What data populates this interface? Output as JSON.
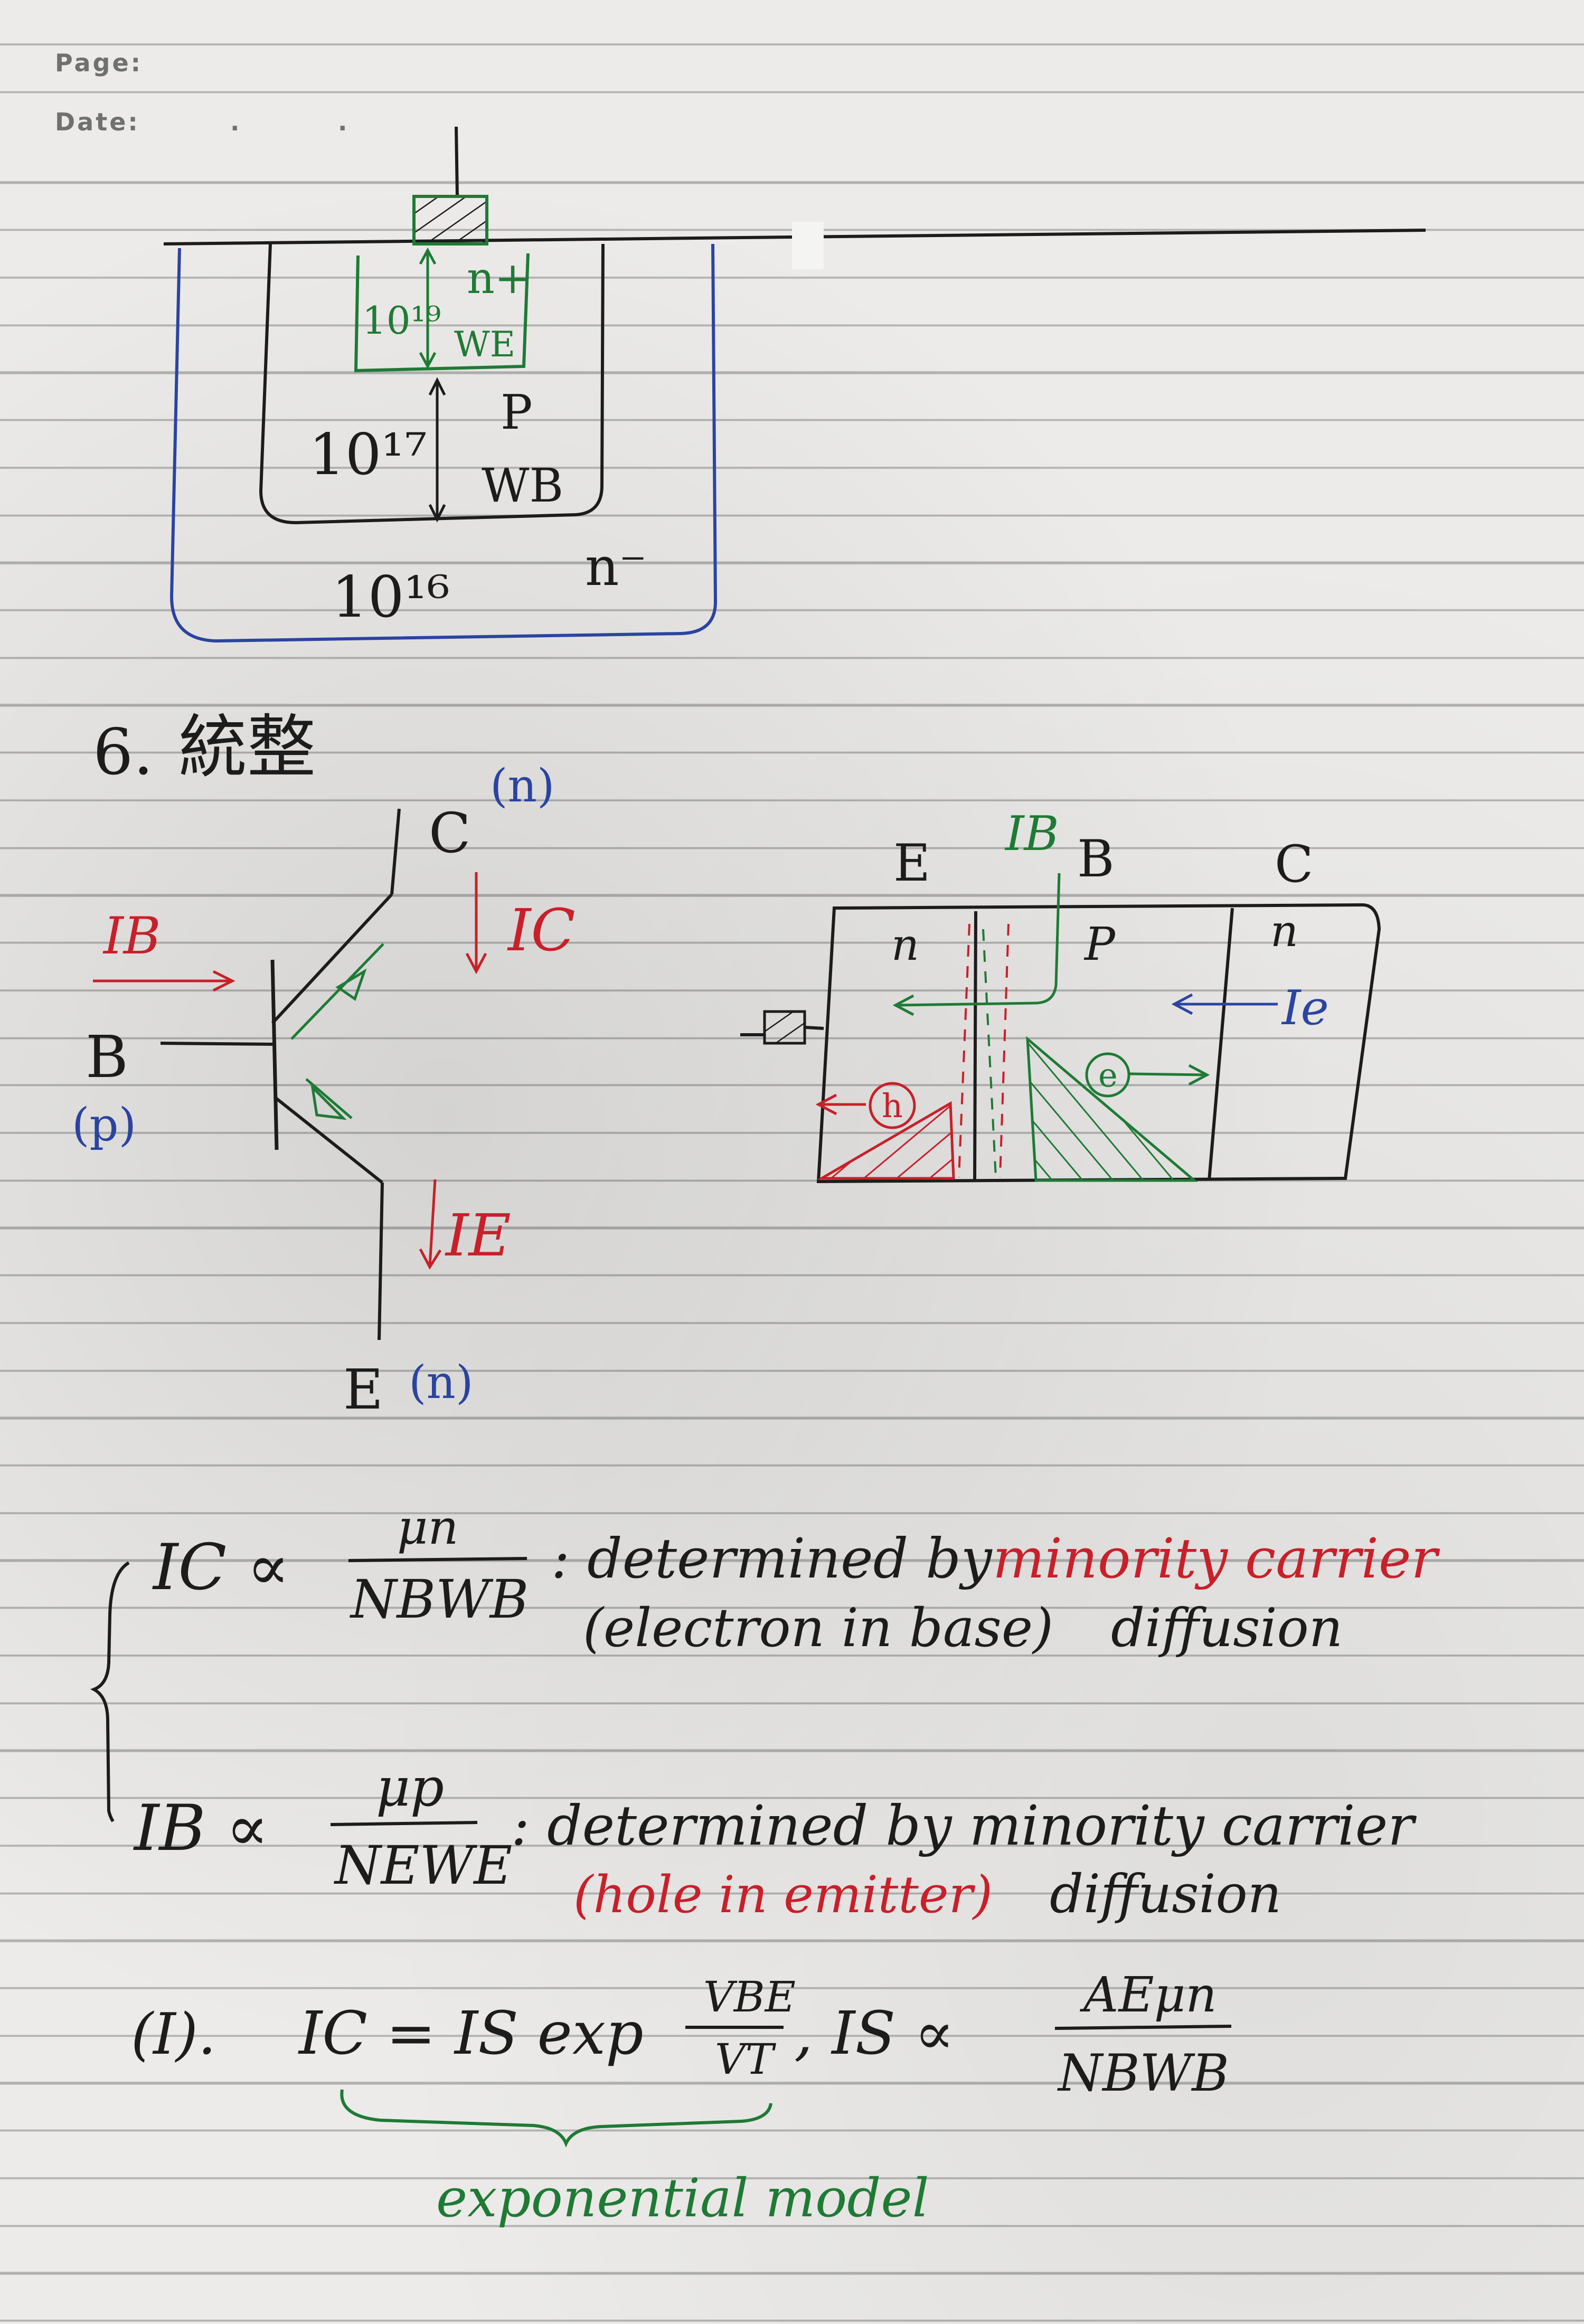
{
  "header": {
    "page_label": "Page:",
    "date_label": "Date:",
    "date_sep1": ".",
    "date_sep2": "."
  },
  "structure": {
    "emitter_doping": "10¹⁹",
    "emitter_type": "n+",
    "emitter_width": "WE",
    "base_doping": "10¹⁷",
    "base_type": "P",
    "base_width": "WB",
    "collector_doping": "10¹⁶",
    "collector_type": "n⁻"
  },
  "section": {
    "number": "6.",
    "title": "統整"
  },
  "transistor": {
    "c": "C",
    "c_type": "(n)",
    "ic": "IC",
    "ib": "IB",
    "b": "B",
    "b_type": "(p)",
    "ie": "IE",
    "e": "E",
    "e_type": "(n)"
  },
  "band": {
    "e": "E",
    "ib": "IB",
    "b": "B",
    "c": "C",
    "n1": "n",
    "p": "P",
    "n2": "n",
    "ie": "Ie",
    "hole": "h",
    "electron": "e"
  },
  "equations": {
    "ic_lhs": "IC ∝",
    "ic_num": "μn",
    "ic_den": "NBWB",
    "ic_desc_1": ": determined by",
    "ic_desc_red": "minority carrier",
    "ic_desc_2a": "(electron in base)",
    "ic_desc_2b": "diffusion",
    "ib_lhs": "IB ∝",
    "ib_num": "μp",
    "ib_den": "NEWE",
    "ib_desc_1": ": determined by minority carrier",
    "ib_desc_red": "(hole in emitter)",
    "ib_desc_2": "diffusion",
    "model_lhs": "(I).",
    "model_eq": "IC = IS exp",
    "model_num": "VBE",
    "model_den": "VT",
    "is_lhs": ", IS ∝",
    "is_num": "AEμn",
    "is_den": "NBWB",
    "model_label": "exponential model"
  }
}
